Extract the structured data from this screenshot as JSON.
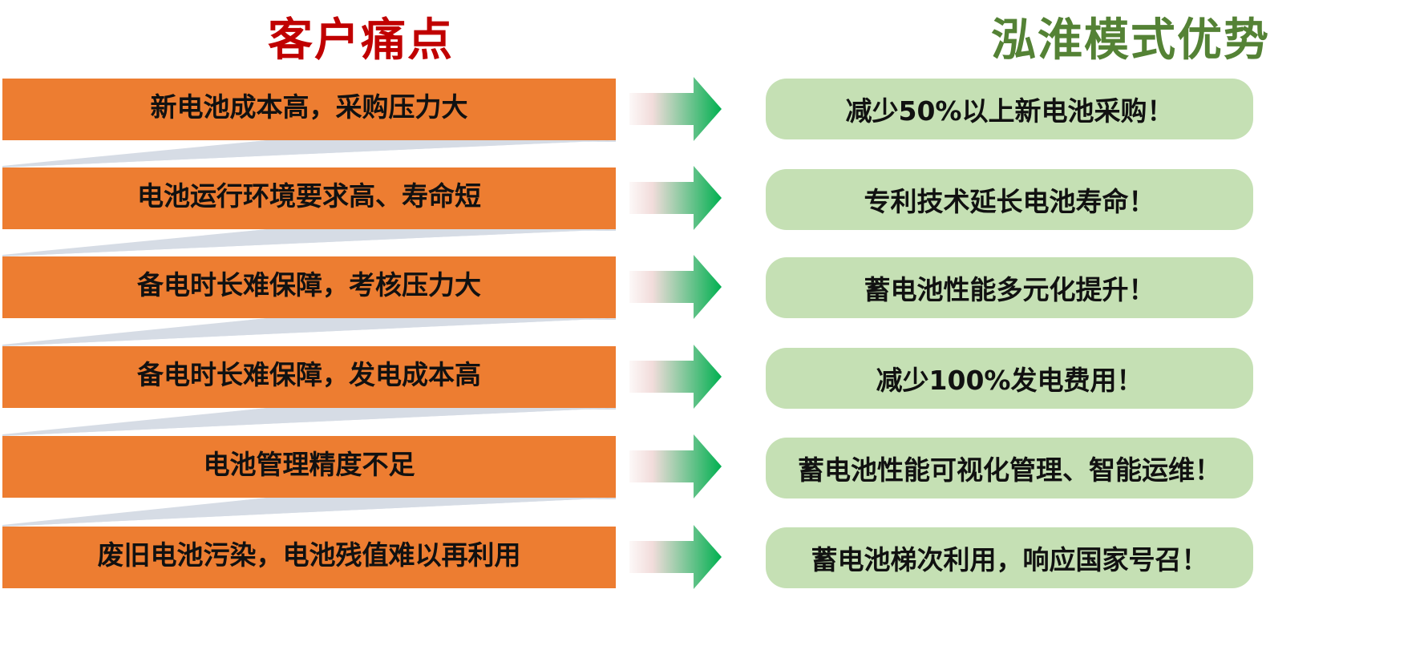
{
  "headings": {
    "pain_points": "客户痛点",
    "advantages": "泓淮模式优势"
  },
  "colors": {
    "pain_heading": "#C00000",
    "advantage_heading": "#548235",
    "pain_box": "#ED7D31",
    "advantage_box": "#C5E0B4",
    "connector": "#D6DCE5",
    "arrow_start": "#F2DCDB",
    "arrow_end": "#00B050"
  },
  "rows": [
    {
      "pain": "新电池成本高，采购压力大",
      "advantage": "减少50%以上新电池采购！"
    },
    {
      "pain": "电池运行环境要求高、寿命短",
      "advantage": "专利技术延长电池寿命！"
    },
    {
      "pain": "备电时长难保障，考核压力大",
      "advantage": "蓄电池性能多元化提升！"
    },
    {
      "pain": "备电时长难保障，发电成本高",
      "advantage": "减少100%发电费用！"
    },
    {
      "pain": "电池管理精度不足",
      "advantage": "蓄电池性能可视化管理、智能运维！"
    },
    {
      "pain": "废旧电池污染，电池残值难以再利用",
      "advantage": "蓄电池梯次利用，响应国家号召！"
    }
  ]
}
